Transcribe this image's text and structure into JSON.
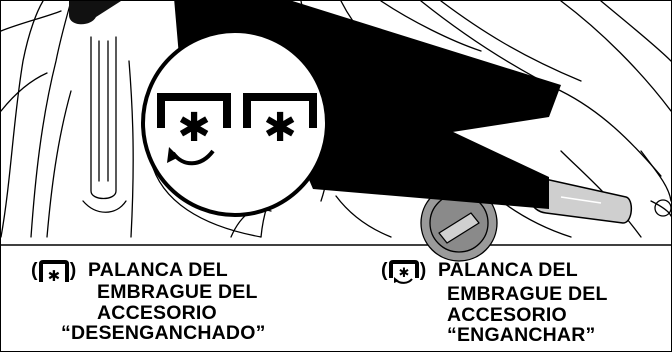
{
  "captions": {
    "left": {
      "icon": "pto-off-icon",
      "line1": "PALANCA DEL",
      "line2": "EMBRAGUE DEL",
      "line3": "ACCESORIO",
      "line4": "“DESENGANCHADO”",
      "open_paren": "(",
      "close_paren": ")"
    },
    "right": {
      "icon": "pto-engage-icon",
      "line1": "PALANCA DEL",
      "line2": "EMBRAGUE DEL",
      "line3": "ACCESORIO",
      "line4": "“ENGANCHAR”",
      "open_paren": "(",
      "close_paren": ")"
    }
  },
  "callout_icons": [
    "pto-engage-icon",
    "pto-off-icon"
  ],
  "colors": {
    "line": "#000000",
    "lever_grip": "#cfcfcf",
    "ignition_key": "#9a9a9a"
  }
}
